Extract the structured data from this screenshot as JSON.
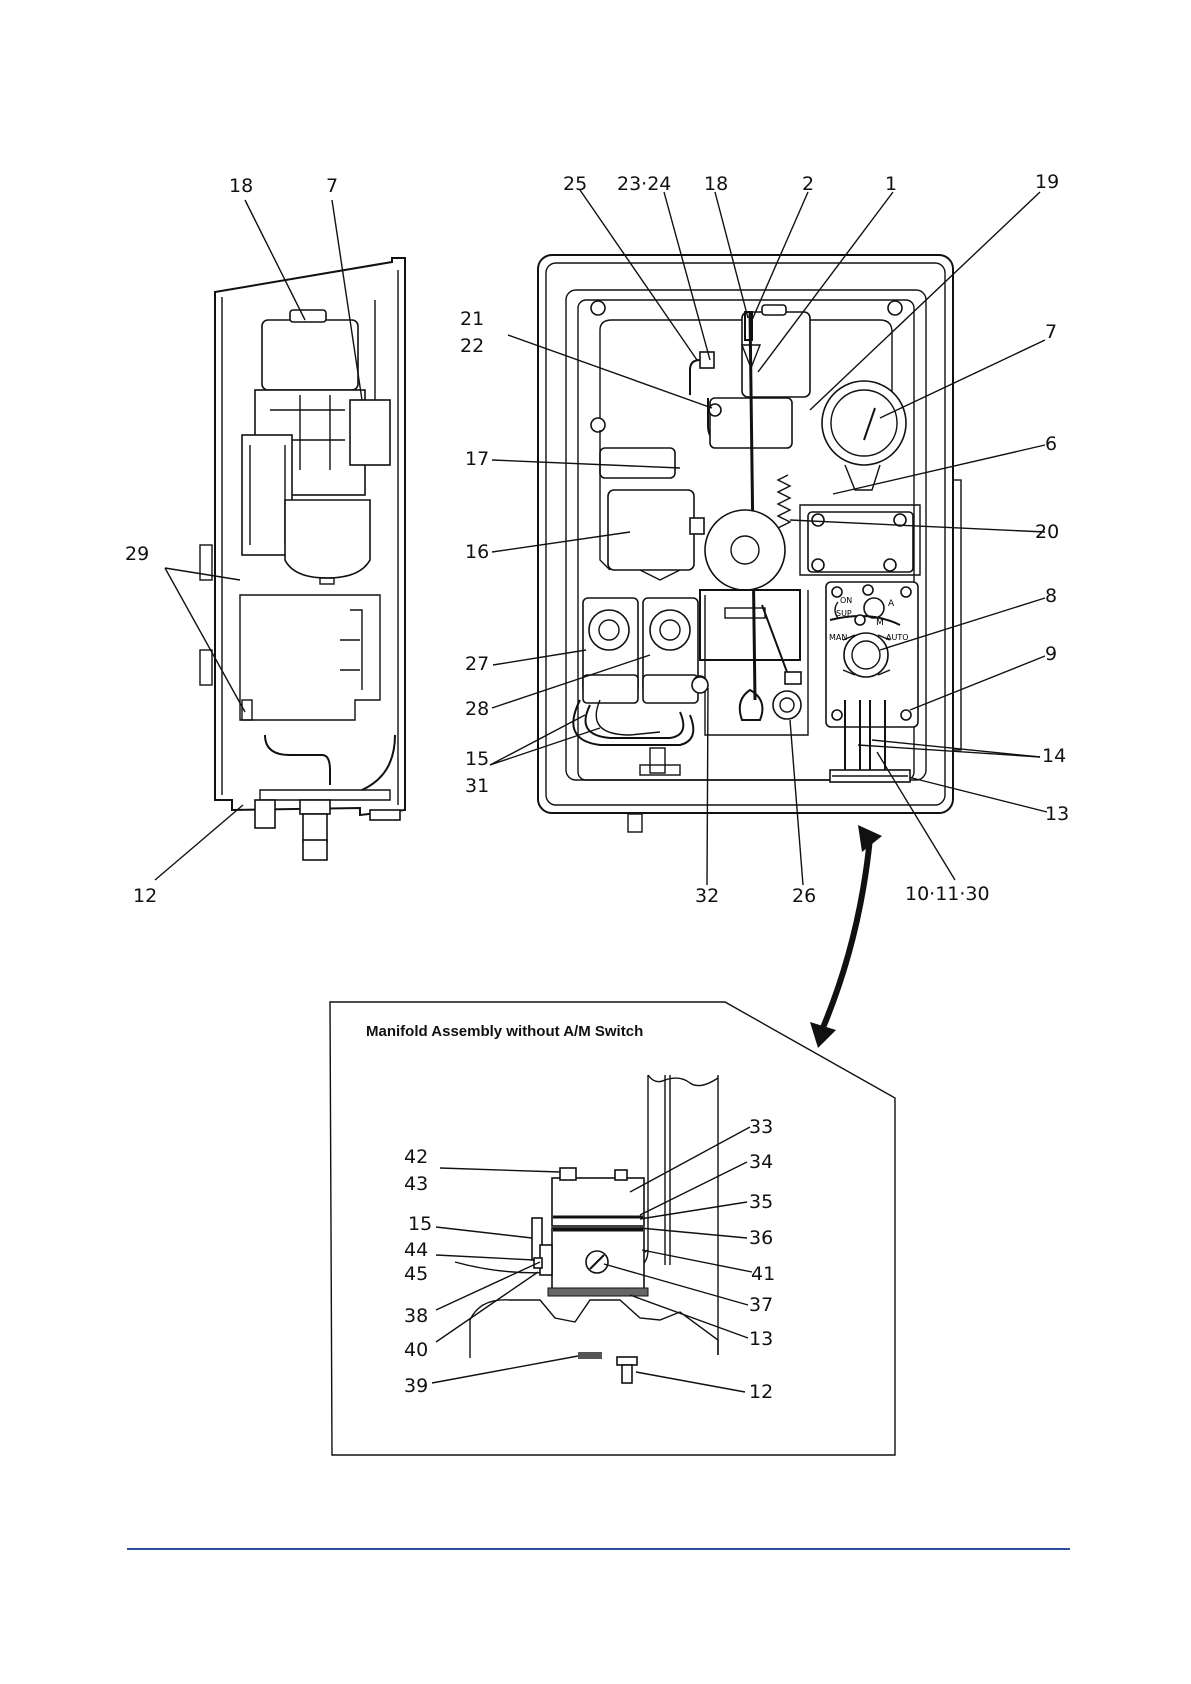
{
  "inset": {
    "title": "Manifold Assembly without A/M Switch"
  },
  "side_labels": {
    "l18": "18",
    "l7": "7",
    "l29": "29",
    "l12": "12"
  },
  "front_labels": {
    "l25": "25",
    "l23_24": "23·24",
    "l18": "18",
    "l2": "2",
    "l1": "1",
    "l19": "19",
    "l21": "21",
    "l22": "22",
    "l7": "7",
    "l17": "17",
    "l6": "6",
    "l20": "20",
    "l16": "16",
    "l8": "8",
    "l27": "27",
    "l9": "9",
    "l28": "28",
    "l14": "14",
    "l15": "15",
    "l31": "31",
    "l13": "13",
    "l32": "32",
    "l26": "26",
    "l10_11_30": "10·11·30"
  },
  "switch_text": {
    "on": "ON",
    "sup": "SUP",
    "a": "A",
    "m": "M",
    "man": "MAN",
    "auto": "AUTO"
  },
  "inset_labels": {
    "l33": "33",
    "l42": "42",
    "l43": "43",
    "l34": "34",
    "l35": "35",
    "l15": "15",
    "l36": "36",
    "l44": "44",
    "l45": "45",
    "l41": "41",
    "l38": "38",
    "l37": "37",
    "l40": "40",
    "l13": "13",
    "l39": "39",
    "l12": "12"
  },
  "colors": {
    "footer_rule": "#2a4f9c",
    "linework": "#111111"
  }
}
